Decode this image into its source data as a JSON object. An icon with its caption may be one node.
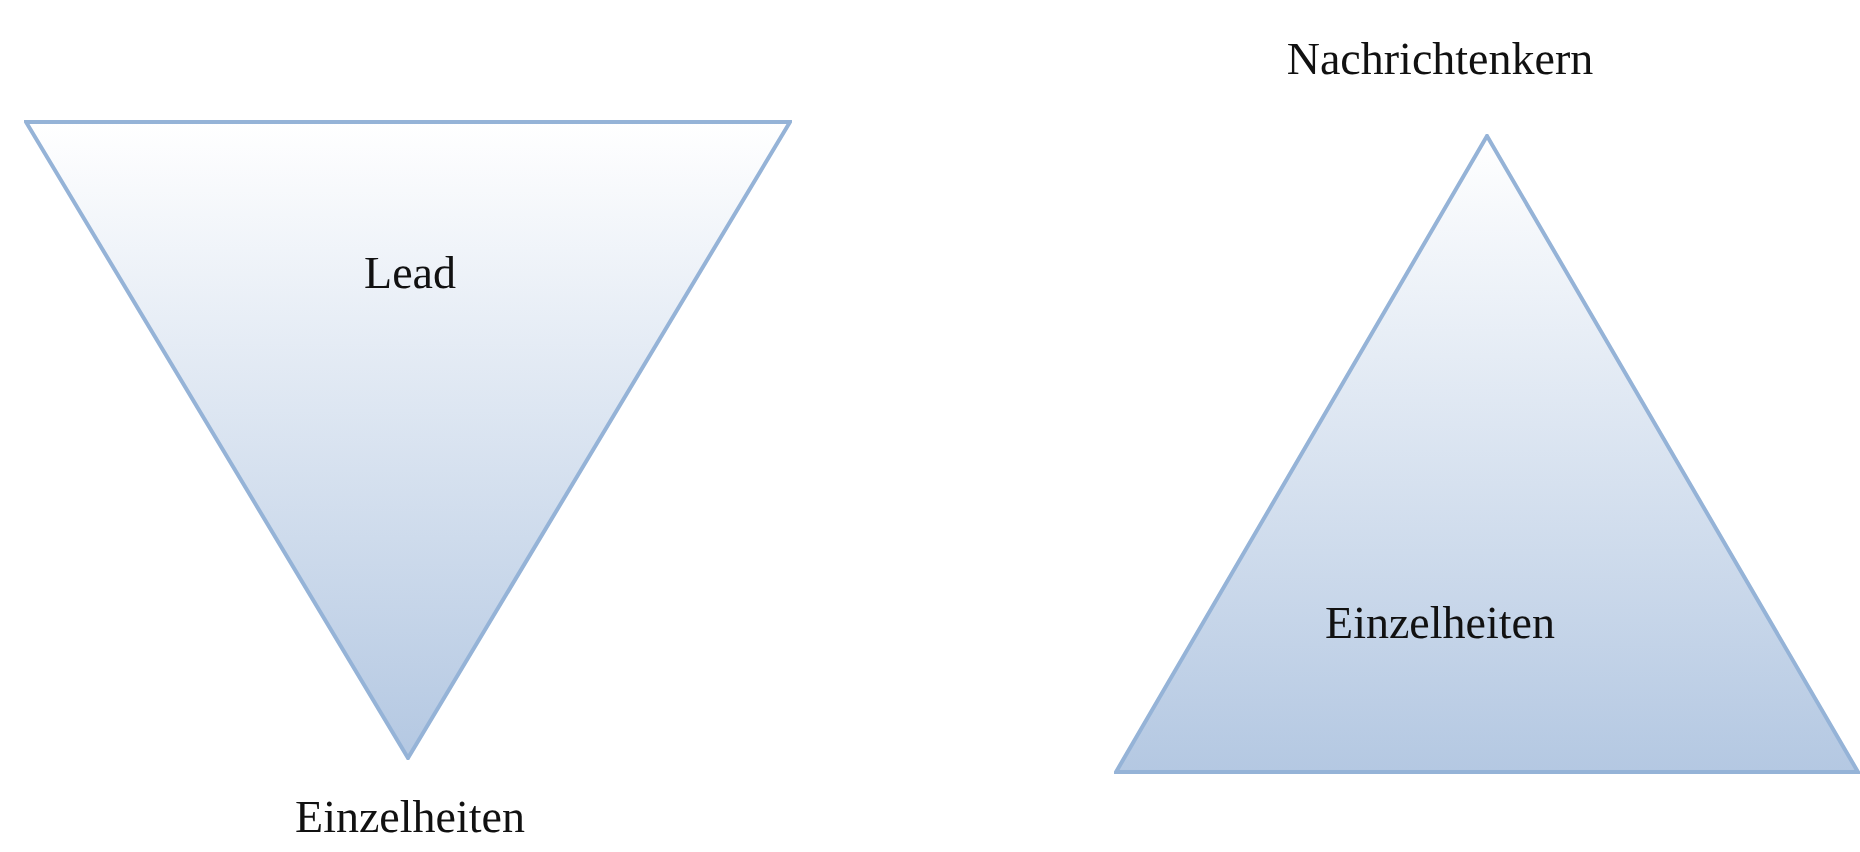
{
  "diagram": {
    "nodes": [
      {
        "text": [
          "Lead"
        ],
        "beside": [
          "Einzelheiten"
        ]
      },
      {
        "text": [
          "Einzelheiten"
        ],
        "beside": [
          "Nachrichtenkern"
        ]
      }
    ]
  }
}
